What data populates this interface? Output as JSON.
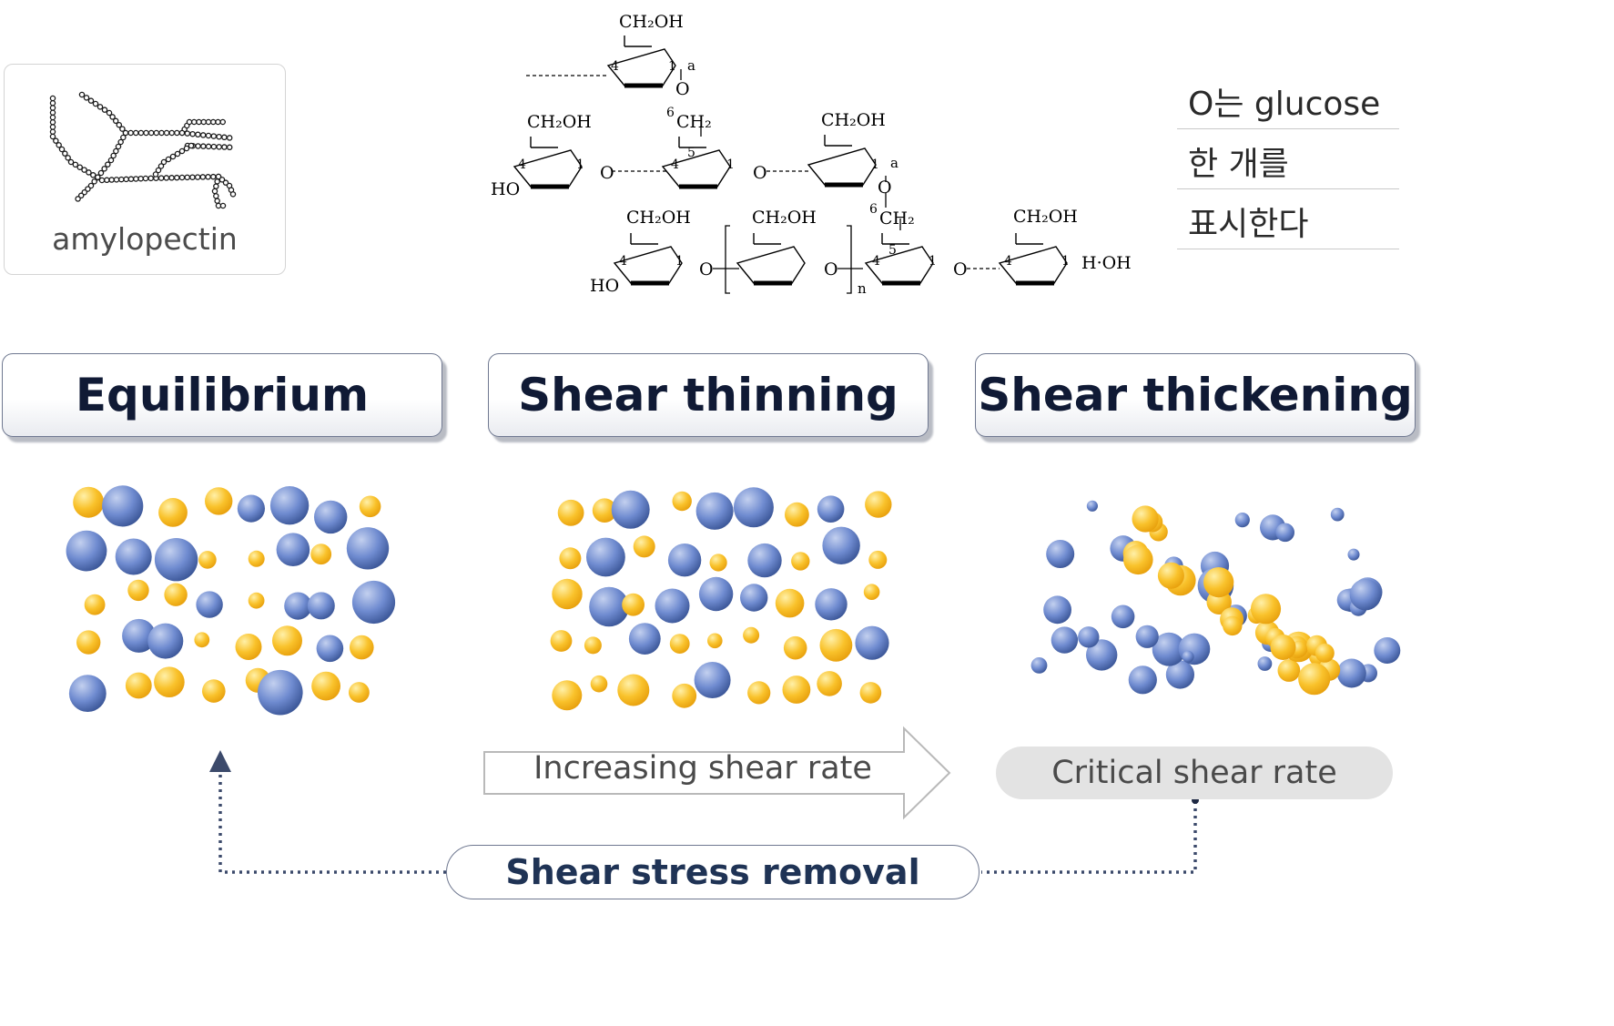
{
  "amylopectin": {
    "label": "amylopectin"
  },
  "structure": {
    "ch2oh": "CH₂OH",
    "ch2": "CH₂",
    "ho": "HO",
    "o": "O",
    "a": "a",
    "n": "n",
    "c1": "1",
    "c4": "4",
    "c5": "5",
    "c6": "6",
    "hoh": "H·OH"
  },
  "legend": {
    "lines": [
      "O는 glucose",
      "한 개를",
      "표시한다"
    ]
  },
  "stages": {
    "equilibrium": "Equilibrium",
    "thinning": "Shear thinning",
    "thickening": "Shear thickening"
  },
  "labels": {
    "increasing": "Increasing shear rate",
    "critical": "Critical shear rate",
    "removal": "Shear stress removal"
  },
  "colors": {
    "blue_particle": "#5877c0",
    "yellow_particle": "#f6b51d",
    "stage_border": "#6f7890",
    "stage_text": "#101a35",
    "pill_grey": "#e3e3e3",
    "dotted_arrow": "#3c4a6b"
  }
}
